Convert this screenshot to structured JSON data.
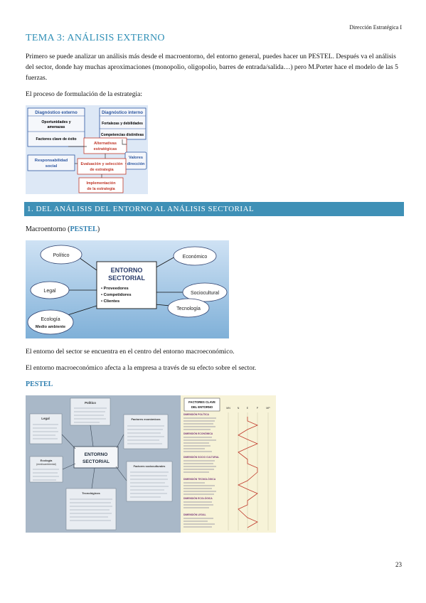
{
  "header": {
    "right_text": "Dirección Estratégica I"
  },
  "title": "TEMA 3: ANÁLISIS EXTERNO",
  "intro": "Primero se puede analizar un análisis más desde el macroentorno, del entorno general, puedes hacer un PESTEL. Después va el análisis del sector, donde hay muchas aproximaciones (monopolio, oligopolio, barres de entrada/salida…) pero M.Porter hace el modelo de las 5 fuerzas.",
  "process_label": "El proceso de formulación de la estrategia:",
  "diagram1": {
    "diag_externo": "Diagnóstico externo",
    "oportunidades_l1": "Oportunidades y",
    "oportunidades_l2": "amenazas",
    "factores_clave": "Factores clave de éxito",
    "diag_interno": "Diagnóstico interno",
    "fortalezas": "Fortalezas y debilidades",
    "competencias": "Competencias distintivas",
    "alternativas_l1": "Alternativas",
    "alternativas_l2": "estratégicas",
    "resp_l1": "Responsabilidad",
    "resp_l2": "social",
    "valores_l1": "Valores",
    "valores_l2": "dirección",
    "eval_l1": "Evaluación y selección",
    "eval_l2": "de estrategia",
    "impl_l1": "Implementación",
    "impl_l2": "de la estrategia"
  },
  "section1": "1. DEL ANÁLISIS DEL ENTORNO AL ANÁLISIS SECTORIAL",
  "macro_label": "Macroentorno (",
  "macro_bold": "PESTEL",
  "macro_end": ")",
  "diagram2": {
    "politico": "Político",
    "economico": "Económico",
    "legal": "Legal",
    "sociocultural": "Sociocultural",
    "ecologia": "Ecología",
    "medio_ambiente": "Medio ambiente",
    "tecnologia": "Tecnología",
    "center_l1": "ENTORNO",
    "center_l2": "SECTORIAL",
    "item1": "• Proveedores",
    "item2": "• Competidores",
    "item3": "• Clientes"
  },
  "paragraph1": "El entorno del sector se encuentra en el centro del entorno macroeconómico.",
  "paragraph2": "El entorno macroeconómico afecta a la empresa a través de su efecto sobre el sector.",
  "pestel_heading": "PESTEL",
  "diagram3": {
    "center_l1": "ENTORNO",
    "center_l2": "SECTORIAL",
    "politico": "Político",
    "legal": "Legal",
    "economicos": "Factores económicos",
    "ecologia_l1": "Ecología",
    "ecologia_l2": "(medioambiental)",
    "socioculturales": "Factores socioculturales",
    "tecnologicos": "Tecnológicos",
    "table_title_l1": "FACTORES CLAVE",
    "table_title_l2": "DEL ENTORNO",
    "col_mn": "MN",
    "col_n": "N",
    "col_e": "E",
    "col_p": "P",
    "col_mp": "MP",
    "dim_politica": "DIMENSIÓN POLÍTICA",
    "dim_economica": "DIMENSIÓN ECONÓMICA",
    "dim_socio": "DIMENSIÓN SOCIO CULTURAL",
    "dim_tecno": "DIMENSIÓN TECNOLÓGICA",
    "dim_eco": "DIMENSIÓN ECOLÓGICA",
    "dim_legal": "DIMENSIÓN LEGAL"
  },
  "page_number": "23"
}
